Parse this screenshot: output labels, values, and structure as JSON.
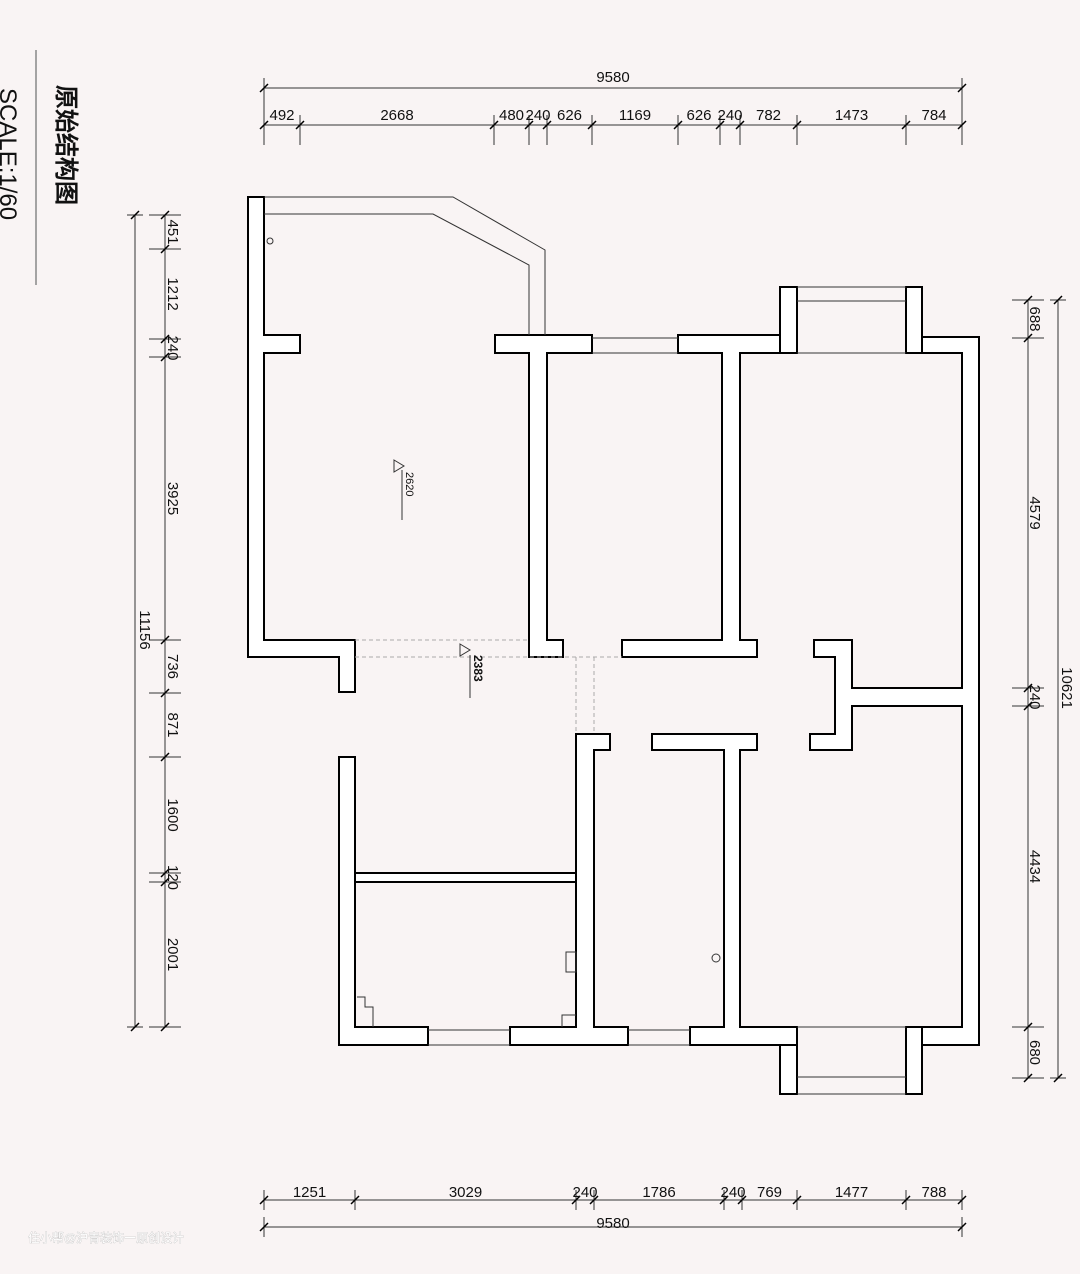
{
  "title": "原始结构图",
  "scale": "SCALE:1/60",
  "watermark": "住小帮@沪青装饰一原创设计",
  "dimensions": {
    "top_total": "9580",
    "top": [
      "492",
      "2668",
      "480",
      "240",
      "626",
      "1169",
      "626",
      "240",
      "782",
      "1473",
      "784"
    ],
    "bottom_total": "9580",
    "bottom": [
      "1251",
      "3029",
      "240",
      "1786",
      "240",
      "769",
      "1477",
      "788"
    ],
    "left_total": "11156",
    "left": [
      "451",
      "1212",
      "240",
      "3925",
      "736",
      "871",
      "1600",
      "120",
      "2001"
    ],
    "right_total": "10621",
    "right": [
      "688",
      "4579",
      "240",
      "4434",
      "680"
    ]
  },
  "elevations": [
    "2620",
    "2383"
  ]
}
